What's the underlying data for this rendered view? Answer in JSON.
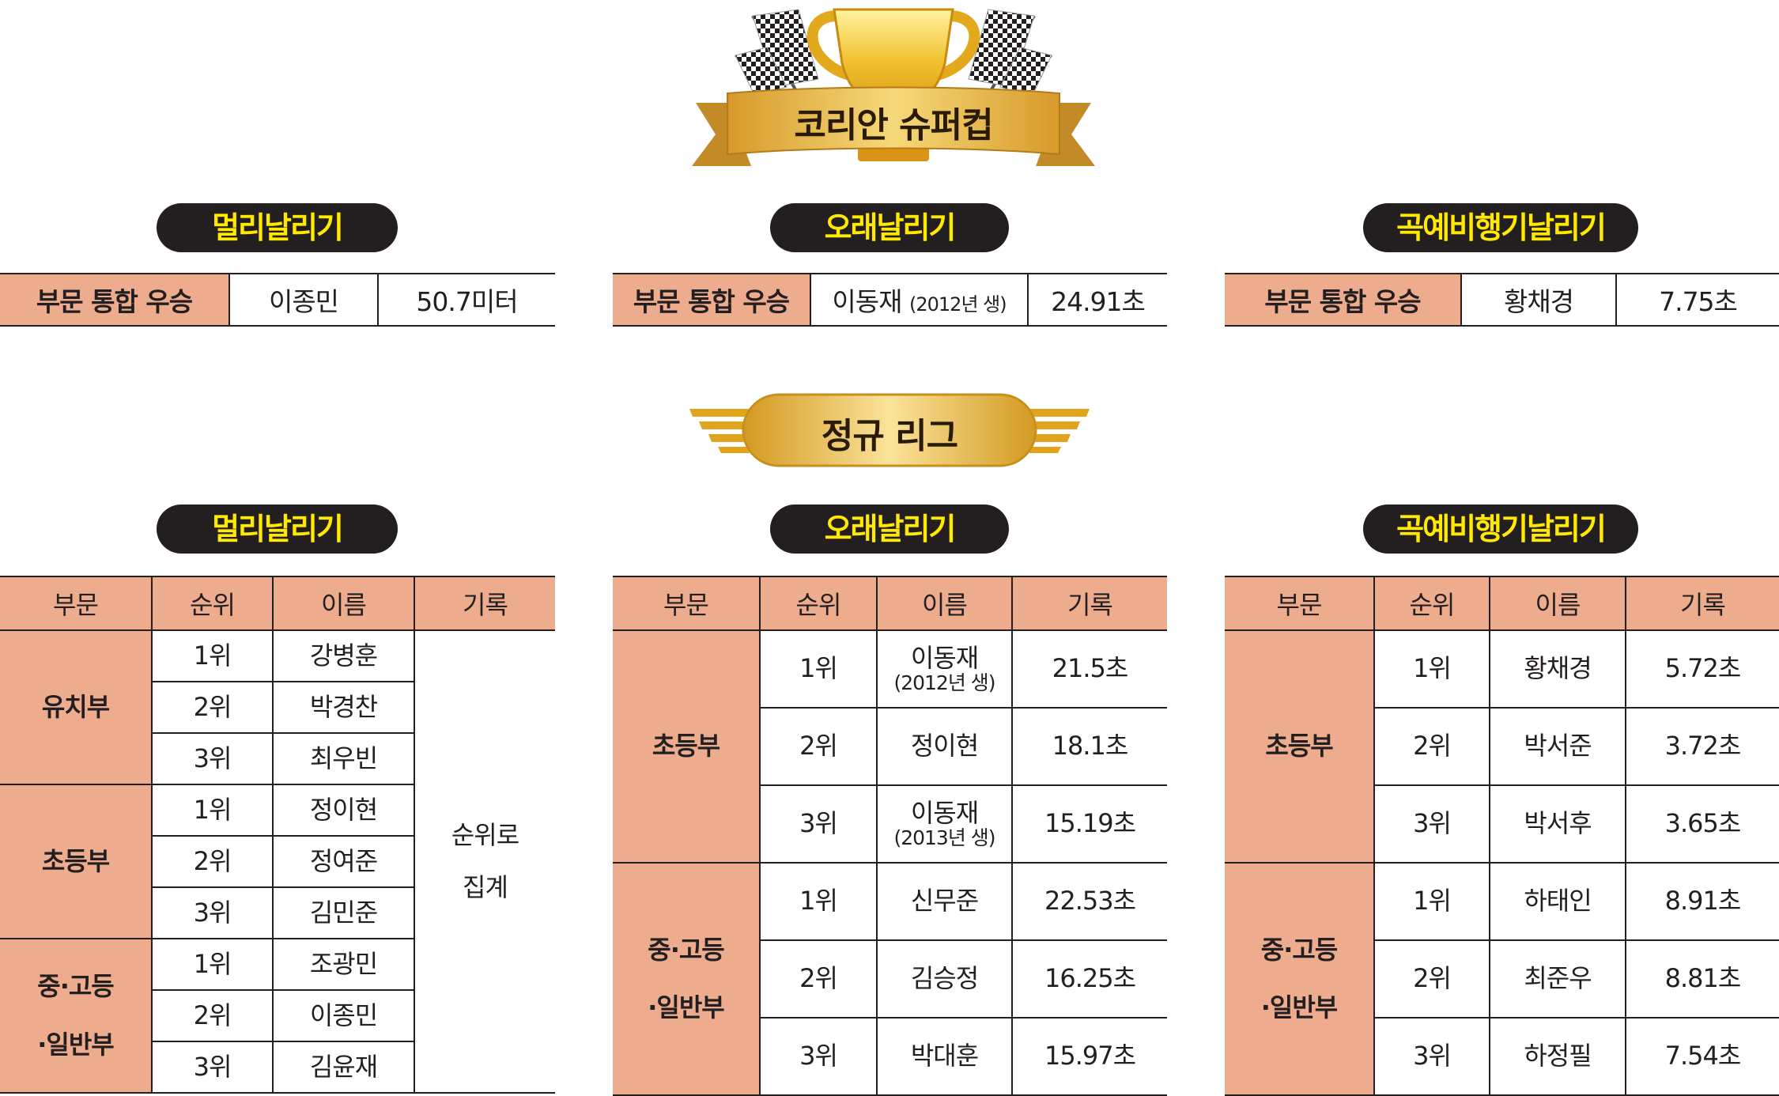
{
  "header": {
    "title": "코리안 슈퍼컵"
  },
  "league_banner": {
    "title": "정규 리그"
  },
  "super_cup": [
    {
      "event": "멀리날리기",
      "label": "부문 통합 우승",
      "name": "이종민",
      "name_note": "",
      "record": "50.7미터"
    },
    {
      "event": "오래날리기",
      "label": "부문 통합 우승",
      "name": "이동재",
      "name_note": "(2012년 생)",
      "record": "24.91초"
    },
    {
      "event": "곡예비행기날리기",
      "label": "부문 통합 우승",
      "name": "황채경",
      "name_note": "",
      "record": "7.75초"
    }
  ],
  "league": {
    "columns": [
      "부문",
      "순위",
      "이름",
      "기록"
    ],
    "distance": {
      "event": "멀리날리기",
      "aggregate_note": [
        "순위로",
        "집계"
      ],
      "groups": [
        {
          "division": [
            "유치부"
          ],
          "rows": [
            {
              "rank": "1위",
              "name": "강병훈"
            },
            {
              "rank": "2위",
              "name": "박경찬"
            },
            {
              "rank": "3위",
              "name": "최우빈"
            }
          ]
        },
        {
          "division": [
            "초등부"
          ],
          "rows": [
            {
              "rank": "1위",
              "name": "정이현"
            },
            {
              "rank": "2위",
              "name": "정여준"
            },
            {
              "rank": "3위",
              "name": "김민준"
            }
          ]
        },
        {
          "division": [
            "중·고등",
            "·일반부"
          ],
          "rows": [
            {
              "rank": "1위",
              "name": "조광민"
            },
            {
              "rank": "2위",
              "name": "이종민"
            },
            {
              "rank": "3위",
              "name": "김윤재"
            }
          ]
        }
      ]
    },
    "duration": {
      "event": "오래날리기",
      "groups": [
        {
          "division": [
            "초등부"
          ],
          "rows": [
            {
              "rank": "1위",
              "name": "이동재",
              "note": "(2012년 생)",
              "record": "21.5초"
            },
            {
              "rank": "2위",
              "name": "정이현",
              "note": "",
              "record": "18.1초"
            },
            {
              "rank": "3위",
              "name": "이동재",
              "note": "(2013년 생)",
              "record": "15.19초"
            }
          ]
        },
        {
          "division": [
            "중·고등",
            "·일반부"
          ],
          "rows": [
            {
              "rank": "1위",
              "name": "신무준",
              "note": "",
              "record": "22.53초"
            },
            {
              "rank": "2위",
              "name": "김승정",
              "note": "",
              "record": "16.25초"
            },
            {
              "rank": "3위",
              "name": "박대훈",
              "note": "",
              "record": "15.97초"
            }
          ]
        }
      ]
    },
    "aerobatic": {
      "event": "곡예비행기날리기",
      "groups": [
        {
          "division": [
            "초등부"
          ],
          "rows": [
            {
              "rank": "1위",
              "name": "황채경",
              "record": "5.72초"
            },
            {
              "rank": "2위",
              "name": "박서준",
              "record": "3.72초"
            },
            {
              "rank": "3위",
              "name": "박서후",
              "record": "3.65초"
            }
          ]
        },
        {
          "division": [
            "중·고등",
            "·일반부"
          ],
          "rows": [
            {
              "rank": "1위",
              "name": "하태인",
              "record": "8.91초"
            },
            {
              "rank": "2위",
              "name": "최준우",
              "record": "8.81초"
            },
            {
              "rank": "3위",
              "name": "하정필",
              "record": "7.54초"
            }
          ]
        }
      ]
    }
  },
  "colors": {
    "header_fill": "#eeac8e",
    "pill_bg": "#231f20",
    "pill_text": "#ffe900",
    "gold": "#e0a81c"
  }
}
